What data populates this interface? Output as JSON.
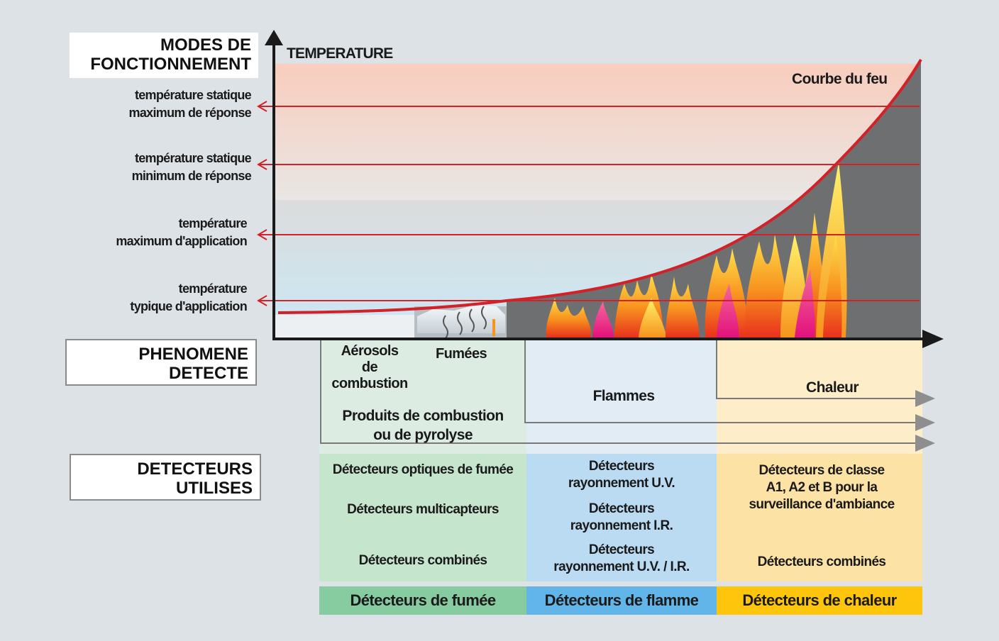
{
  "colors": {
    "curve": "#d42027",
    "smoke": "#c6e5cd",
    "flame": "#bbdbf3",
    "heat": "#fde2a6",
    "smoke_footer": "#87cba0",
    "flame_footer": "#62b5e8",
    "heat_footer": "#fdc50c"
  },
  "modes": {
    "title_line1": "MODES DE",
    "title_line2": "FONCTIONNEMENT",
    "axis_label": "TEMPERATURE",
    "curve_label": "Courbe du feu",
    "levels": [
      {
        "line1": "température statique",
        "line2": "maximum de réponse"
      },
      {
        "line1": "température statique",
        "line2": "minimum de réponse"
      },
      {
        "line1": "température",
        "line2": "maximum d'application"
      },
      {
        "line1": "température",
        "line2": "typique d'application"
      }
    ]
  },
  "phenomene": {
    "title_line1": "PHENOMENE",
    "title_line2": "DETECTE",
    "aerosols": [
      "Aérosols",
      "de",
      "combustion"
    ],
    "fumees": "Fumées",
    "produits_line1": "Produits de combustion",
    "produits_line2": "ou de pyrolyse",
    "flammes": "Flammes",
    "chaleur": "Chaleur"
  },
  "detecteurs": {
    "title_line1": "DETECTEURS",
    "title_line2": "UTILISES",
    "smoke": {
      "items": [
        "Détecteurs optiques de fumée",
        "Détecteurs multicapteurs",
        "Détecteurs combinés"
      ],
      "footer": "Détecteurs de fumée"
    },
    "flame": {
      "items": [
        {
          "line1": "Détecteurs",
          "line2": "rayonnement U.V."
        },
        {
          "line1": "Détecteurs",
          "line2": "rayonnement I.R."
        },
        {
          "line1": "Détecteurs",
          "line2": "rayonnement U.V. / I.R."
        }
      ],
      "footer": "Détecteurs de flamme"
    },
    "heat": {
      "item1": [
        "Détecteurs de classe",
        "A1, A2 et B pour la",
        "surveillance d'ambiance"
      ],
      "item2": "Détecteurs combinés",
      "footer": "Détecteurs de chaleur"
    }
  }
}
